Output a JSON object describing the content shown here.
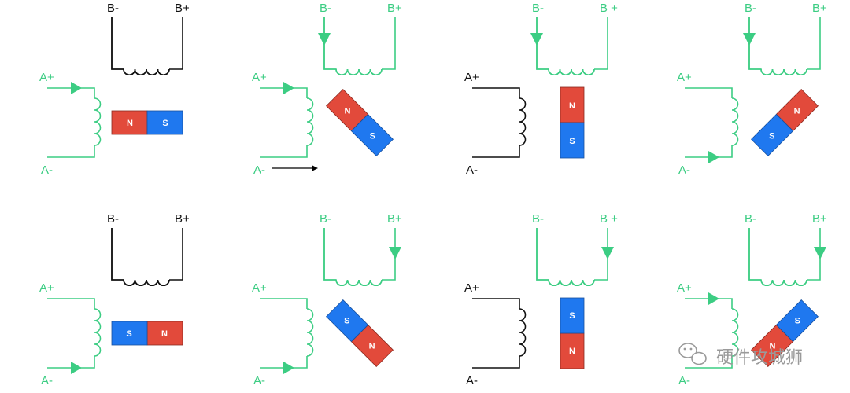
{
  "colors": {
    "energized": "#3ccd83",
    "idle": "#111111",
    "north": "#e24a3b",
    "south": "#1f78ef",
    "magnet_text": "#ffffff",
    "watermark": "#9a9a9a"
  },
  "watermark": {
    "text": "硬件攻城狮",
    "icon": "wechat-logo-icon"
  },
  "rows": [
    {
      "row": 1,
      "states": [
        {
          "step": 1,
          "labels": {
            "a_plus": "A+",
            "a_minus": "A-",
            "b_minus": "B-",
            "b_plus": "B+"
          },
          "coil_a": "energized",
          "coil_b": "idle",
          "arrows": [
            "a-plus-in"
          ],
          "rotor_angle": 90,
          "north_text": "N",
          "south_text": "S",
          "extra_arrow": false
        },
        {
          "step": 2,
          "labels": {
            "a_plus": "A+",
            "a_minus": "A-",
            "b_minus": "B-",
            "b_plus": "B+"
          },
          "coil_a": "energized",
          "coil_b": "energized",
          "arrows": [
            "a-plus-in",
            "b-minus-in"
          ],
          "rotor_angle": 135,
          "north_text": "N",
          "south_text": "S",
          "extra_arrow": true
        },
        {
          "step": 3,
          "labels": {
            "a_plus": "A+",
            "a_minus": "A-",
            "b_minus": "B-",
            "b_plus": "B +"
          },
          "coil_a": "idle",
          "coil_b": "energized",
          "arrows": [
            "b-minus-in"
          ],
          "rotor_angle": 180,
          "north_text": "N",
          "south_text": "S",
          "extra_arrow": false
        },
        {
          "step": 4,
          "labels": {
            "a_plus": "A+",
            "a_minus": "A-",
            "b_minus": "B-",
            "b_plus": "B+"
          },
          "coil_a": "energized",
          "coil_b": "energized",
          "arrows": [
            "a-minus-in",
            "b-minus-in"
          ],
          "rotor_angle": 225,
          "north_text": "N",
          "south_text": "S",
          "extra_arrow": false
        }
      ]
    },
    {
      "row": 2,
      "states": [
        {
          "step": 5,
          "labels": {
            "a_plus": "A+",
            "a_minus": "A-",
            "b_minus": "B-",
            "b_plus": "B+"
          },
          "coil_a": "energized",
          "coil_b": "idle",
          "arrows": [
            "a-minus-in"
          ],
          "rotor_angle": 270,
          "north_text": "N",
          "south_text": "S",
          "extra_arrow": false
        },
        {
          "step": 6,
          "labels": {
            "a_plus": "A+",
            "a_minus": "A-",
            "b_minus": "B-",
            "b_plus": "B+"
          },
          "coil_a": "energized",
          "coil_b": "energized",
          "arrows": [
            "a-minus-in",
            "b-plus-in"
          ],
          "rotor_angle": 315,
          "north_text": "N",
          "south_text": "S",
          "extra_arrow": false
        },
        {
          "step": 7,
          "labels": {
            "a_plus": "A+",
            "a_minus": "A-",
            "b_minus": "B-",
            "b_plus": "B +"
          },
          "coil_a": "idle",
          "coil_b": "energized",
          "arrows": [
            "b-plus-in"
          ],
          "rotor_angle": 0,
          "north_text": "N",
          "south_text": "S",
          "extra_arrow": false
        },
        {
          "step": 8,
          "labels": {
            "a_plus": "A+",
            "a_minus": "A-",
            "b_minus": "B-",
            "b_plus": "B+"
          },
          "coil_a": "energized",
          "coil_b": "energized",
          "arrows": [
            "a-plus-in",
            "b-plus-in"
          ],
          "rotor_angle": 45,
          "north_text": "N",
          "south_text": "S",
          "extra_arrow": false
        }
      ]
    }
  ]
}
